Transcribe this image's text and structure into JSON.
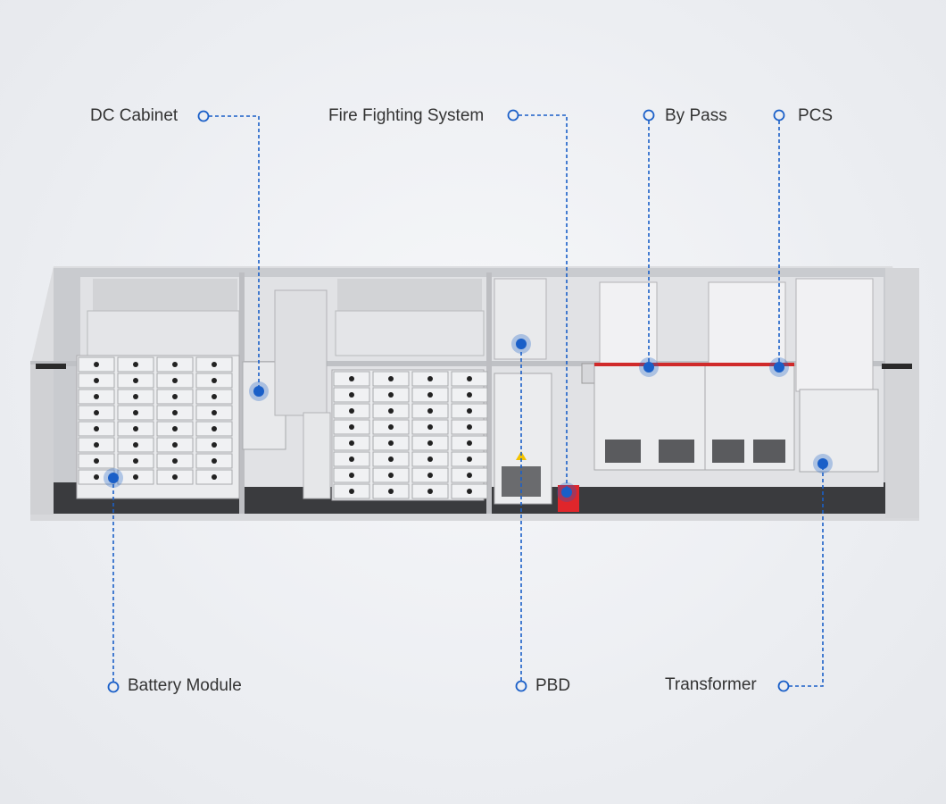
{
  "title": "Energy storage container layout",
  "labels": {
    "dc_cabinet": "DC Cabinet",
    "fire_fighting": "Fire Fighting System",
    "by_pass": "By Pass",
    "pcs": "PCS",
    "battery_module": "Battery Module",
    "pbd": "PBD",
    "transformer": "Transformer"
  },
  "colors": {
    "accent": "#1a5fc8",
    "text": "#333333",
    "fire_unit": "#e0262b"
  }
}
